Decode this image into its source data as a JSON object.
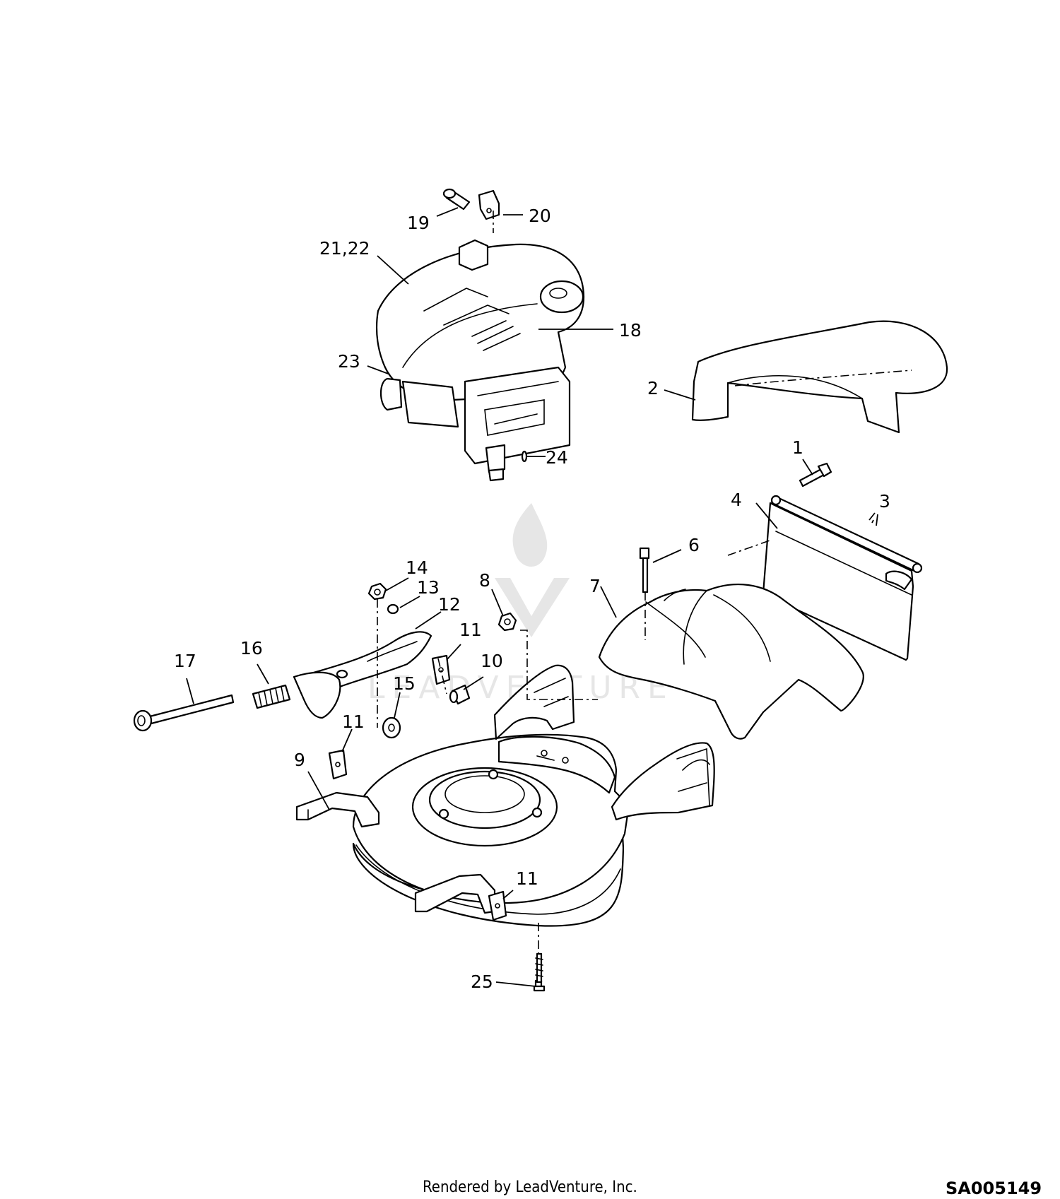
{
  "callouts": {
    "c1": "1",
    "c2": "2",
    "c3": "3",
    "c4": "4",
    "c6": "6",
    "c7": "7",
    "c8": "8",
    "c9": "9",
    "c10": "10",
    "c11a": "11",
    "c11b": "11",
    "c11c": "11",
    "c12": "12",
    "c13": "13",
    "c14": "14",
    "c15": "15",
    "c16": "16",
    "c17": "17",
    "c18": "18",
    "c19": "19",
    "c20": "20",
    "c21_22": "21,22",
    "c23": "23",
    "c24": "24",
    "c25": "25"
  },
  "watermark": "LEADVENTURE",
  "footer": {
    "credit": "Rendered by LeadVenture, Inc.",
    "drawing_id": "SA005149"
  }
}
